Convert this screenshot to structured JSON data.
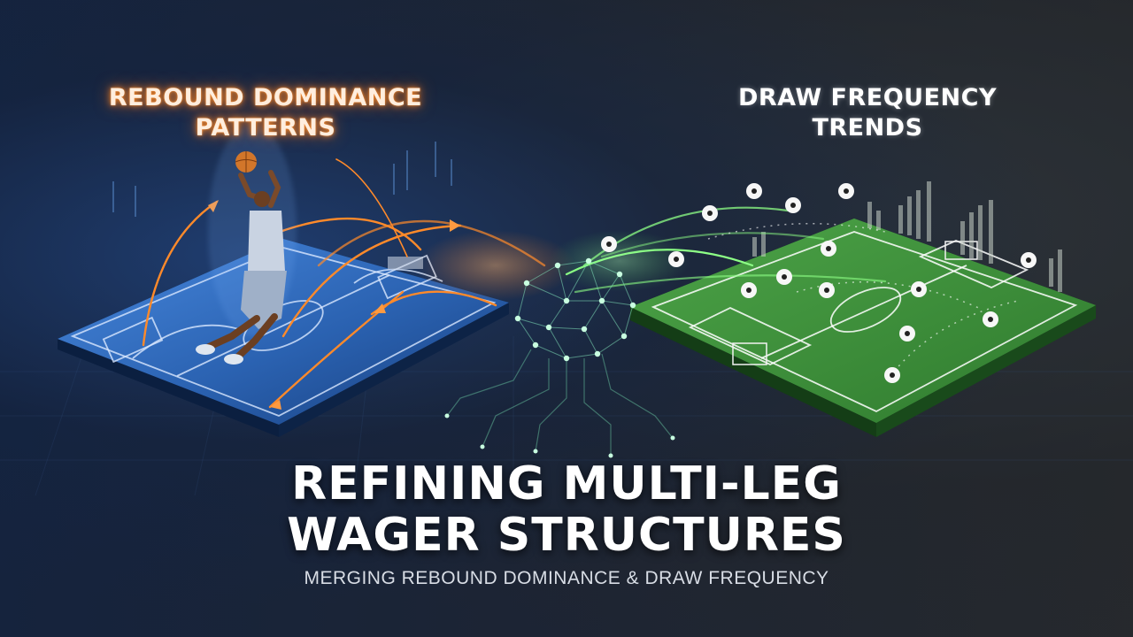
{
  "headings": {
    "left": "REBOUND DOMINANCE PATTERNS",
    "right": "DRAW FREQUENCY TRENDS"
  },
  "title": {
    "line1": "REFINING MULTI-LEG",
    "line2": "WAGER STRUCTURES"
  },
  "subtitle": "MERGING REBOUND DOMINANCE & DRAW FREQUENCY",
  "colors": {
    "basketball_court": "#2f6fc4",
    "soccer_pitch": "#3f8f3a",
    "orange_glow": "#ff8a2a",
    "green_glow": "#7dff7a",
    "network_node": "#bdf7d0"
  },
  "icons": [
    "basketball-player",
    "basketball",
    "soccer-ball",
    "neural-network-brain",
    "goal-net",
    "hoop"
  ]
}
